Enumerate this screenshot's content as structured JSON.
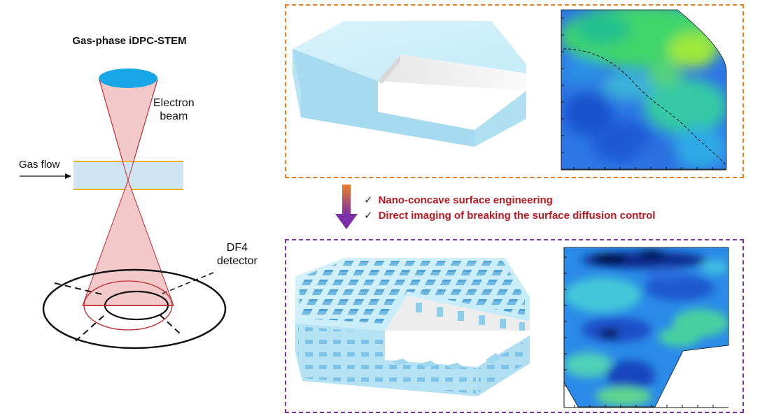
{
  "left_schematic": {
    "title": "Gas-phase iDPC-STEM",
    "electron_beam_label_line1": "Electron",
    "electron_beam_label_line2": "beam",
    "gas_flow_label": "Gas flow",
    "detector_label_line1": "DF4",
    "detector_label_line2": "detector",
    "colors": {
      "beam": "#f3c9c9",
      "beam_edge": "#c0282e",
      "source": "#17a6e8",
      "gas_cell": "#cfe6f2",
      "gas_cell_edge": "#f2b21c"
    }
  },
  "process": {
    "line1": "Nano-concave surface engineering",
    "line2": "Direct imaging of breaking the surface diffusion control",
    "check_symbol": "✓",
    "colors": {
      "text": "#b8181f",
      "arrow_top": "#ee7d22",
      "arrow_bottom": "#7b2fa8"
    }
  },
  "top_panel": {
    "border_color": "#ee7d22",
    "model": "flat-surface-slab",
    "map": "surface-diffusion-map-flat"
  },
  "bottom_panel": {
    "border_color": "#7b2fa8",
    "model": "nano-concave-slab",
    "map": "surface-diffusion-map-concave"
  }
}
